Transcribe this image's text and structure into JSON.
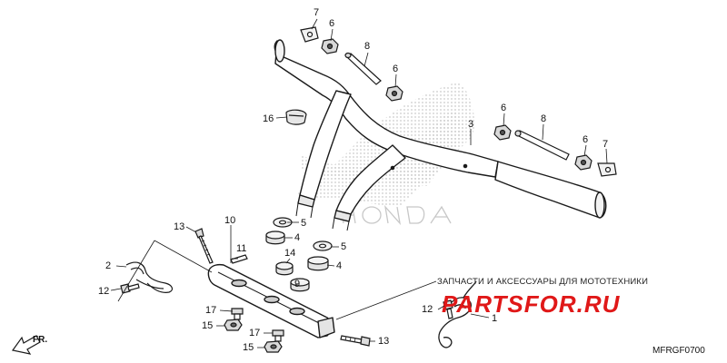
{
  "diagram": {
    "code": "MFRGF0700",
    "direction_label": "FR.",
    "watermark_logo": "HONDA",
    "shop_name": "ЗАПЧАСТИ И АКСЕССУАРЫ ДЛЯ МОТОТЕХНИКИ",
    "shop_logo": "PARTSFOR.RU",
    "colors": {
      "line": "#1a1a1a",
      "part_fill": "#f2f2f2",
      "watermark": "#c9c9c9",
      "logo_red": "#e01818"
    }
  },
  "callouts": [
    {
      "id": "c7a",
      "num": "7"
    },
    {
      "id": "c6a",
      "num": "6"
    },
    {
      "id": "c8a",
      "num": "8"
    },
    {
      "id": "c6b",
      "num": "6"
    },
    {
      "id": "c16",
      "num": "16"
    },
    {
      "id": "c3",
      "num": "3"
    },
    {
      "id": "c6c",
      "num": "6"
    },
    {
      "id": "c8b",
      "num": "8"
    },
    {
      "id": "c6d",
      "num": "6"
    },
    {
      "id": "c7b",
      "num": "7"
    },
    {
      "id": "c10",
      "num": "10"
    },
    {
      "id": "c13a",
      "num": "13"
    },
    {
      "id": "c11",
      "num": "11"
    },
    {
      "id": "c5a",
      "num": "5"
    },
    {
      "id": "c4a",
      "num": "4"
    },
    {
      "id": "c14",
      "num": "14"
    },
    {
      "id": "c5b",
      "num": "5"
    },
    {
      "id": "c4b",
      "num": "4"
    },
    {
      "id": "c9",
      "num": "9"
    },
    {
      "id": "c2",
      "num": "2"
    },
    {
      "id": "c12a",
      "num": "12"
    },
    {
      "id": "c17a",
      "num": "17"
    },
    {
      "id": "c15a",
      "num": "15"
    },
    {
      "id": "c17b",
      "num": "17"
    },
    {
      "id": "c15b",
      "num": "15"
    },
    {
      "id": "c13b",
      "num": "13"
    },
    {
      "id": "c12b",
      "num": "12"
    },
    {
      "id": "c1",
      "num": "1"
    }
  ]
}
